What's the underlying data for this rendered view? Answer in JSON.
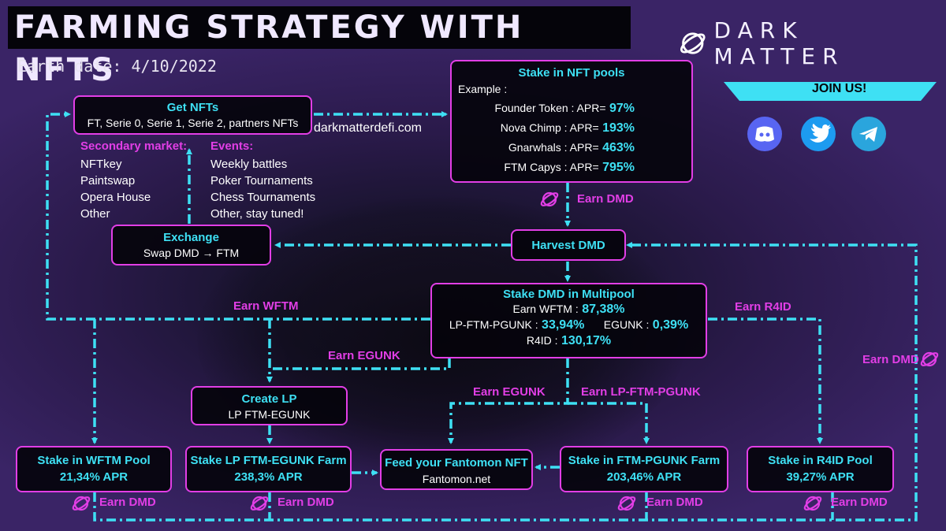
{
  "title": "FARMING STRATEGY WITH NFTS",
  "date": "Earth date: 4/10/2022",
  "brand": "DARK MATTER",
  "join": "JOIN US!",
  "site": "darkmatterdefi.com",
  "colors": {
    "cyan": "#3ee0f4",
    "magenta": "#e23ee6",
    "discord": "#5865f2",
    "twitter": "#1d9bf0",
    "telegram": "#2aa5dd"
  },
  "get_nfts": {
    "title": "Get NFTs",
    "sub": "FT, Serie 0, Serie 1, Serie 2, partners NFTs"
  },
  "secondary": {
    "title": "Secondary market:",
    "items": [
      "NFTkey",
      "Paintswap",
      "Opera House",
      "Other"
    ]
  },
  "events": {
    "title": "Events:",
    "items": [
      "Weekly battles",
      "Poker Tournaments",
      "Chess Tournaments",
      "Other, stay tuned!"
    ]
  },
  "exchange": {
    "title": "Exchange",
    "sub": "Swap DMD → FTM"
  },
  "nft_pools": {
    "title": "Stake in NFT pools",
    "example": "Example :",
    "rows": [
      {
        "name": "Founder Token : APR=",
        "value": "97%"
      },
      {
        "name": "Nova Chimp : APR=",
        "value": "193%"
      },
      {
        "name": "Gnarwhals : APR=",
        "value": "463%"
      },
      {
        "name": "FTM Capys : APR=",
        "value": "795%"
      }
    ]
  },
  "harvest": {
    "title": "Harvest DMD"
  },
  "multipool": {
    "title": "Stake DMD in Multipool",
    "wftm_label": "Earn WFTM :",
    "wftm_value": "87,38%",
    "lp_label": "LP-FTM-PGUNK :",
    "lp_value": "33,94%",
    "egunk_label": "EGUNK :",
    "egunk_value": "0,39%",
    "r4id_label": "R4ID :",
    "r4id_value": "130,17%"
  },
  "create_lp": {
    "title": "Create LP",
    "sub": "LP FTM-EGUNK"
  },
  "wftm_pool": {
    "title": "Stake in WFTM Pool",
    "sub": "21,34% APR"
  },
  "lp_farm": {
    "title": "Stake LP FTM-EGUNK Farm",
    "sub": "238,3% APR"
  },
  "fantomon": {
    "title": "Feed your Fantomon NFT",
    "sub": "Fantomon.net"
  },
  "pgunk_farm": {
    "title": "Stake in FTM-PGUNK Farm",
    "sub": "203,46% APR"
  },
  "r4id_pool": {
    "title": "Stake in R4ID Pool",
    "sub": "39,27% APR"
  },
  "labels": {
    "earn_dmd": "Earn DMD",
    "earn_wftm": "Earn WFTM",
    "earn_r4id": "Earn R4ID",
    "earn_egunk": "Earn EGUNK",
    "earn_lp": "Earn LP-FTM-PGUNK"
  }
}
